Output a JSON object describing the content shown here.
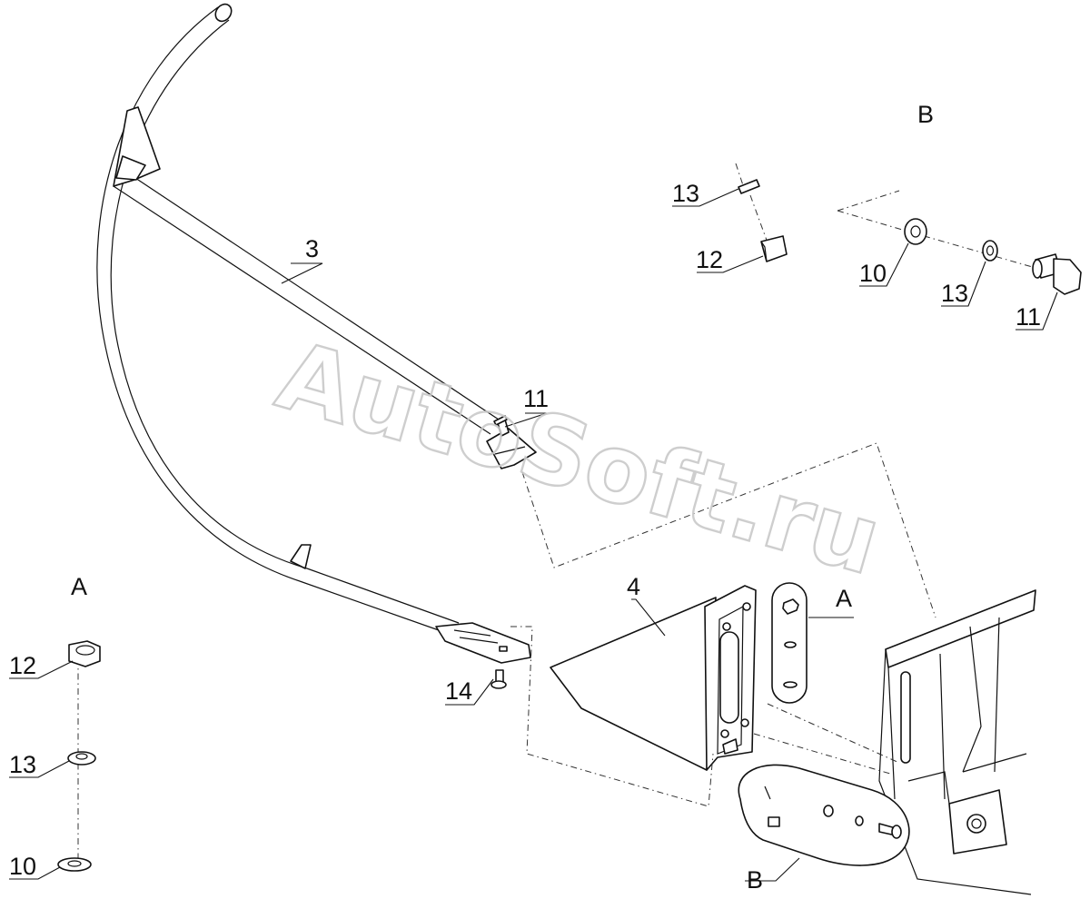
{
  "watermark": "AutoSoft.ru",
  "views": {
    "a_main": "A",
    "a_detail": "A",
    "b_main": "B",
    "b_detail": "B"
  },
  "callouts": {
    "c3": "3",
    "c4": "4",
    "c11_main": "11",
    "c14": "14",
    "b13_top": "13",
    "b12": "12",
    "b10": "10",
    "b13_right": "13",
    "b11": "11",
    "a12": "12",
    "a13": "13",
    "a10": "10"
  }
}
